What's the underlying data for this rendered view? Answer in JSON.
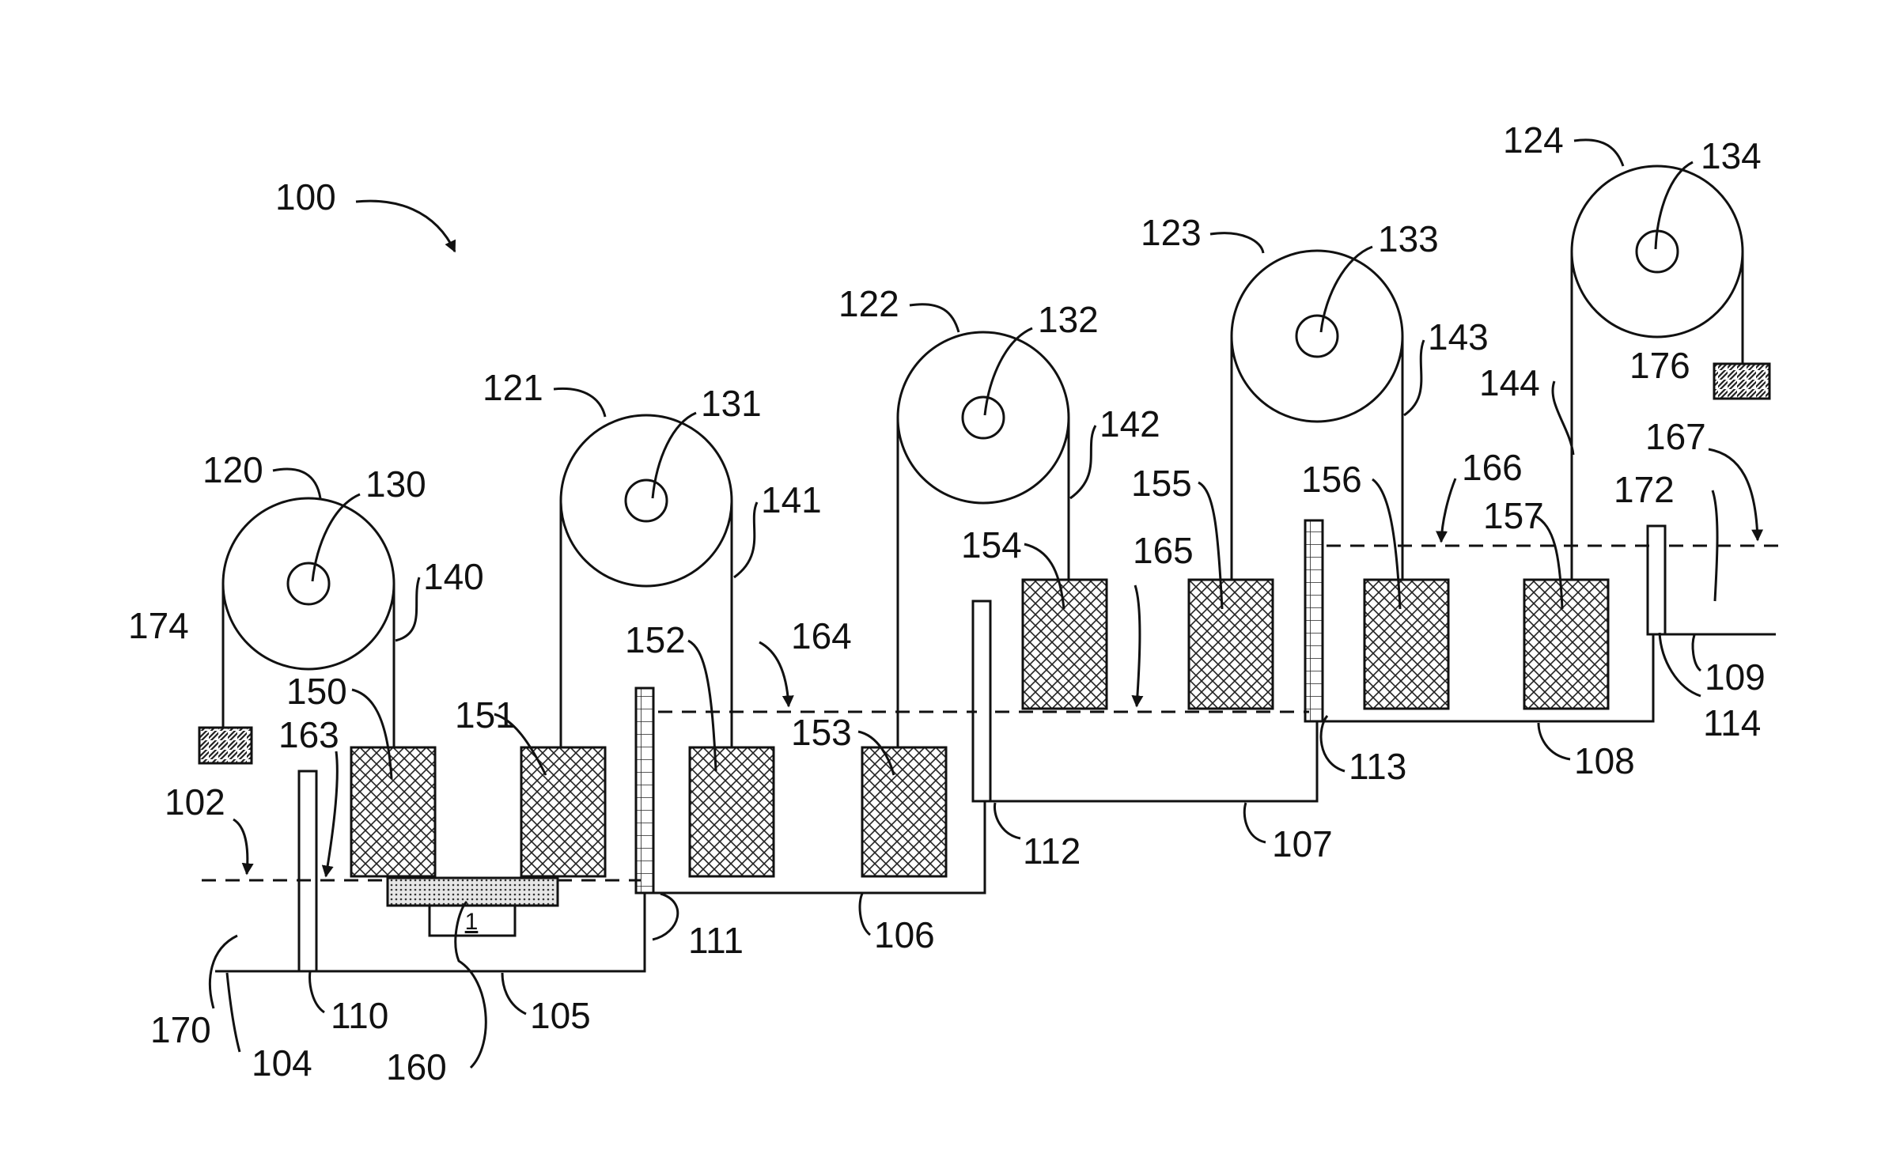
{
  "figure_label": "100",
  "labels": {
    "l100": "100",
    "l102": "102",
    "l104": "104",
    "l105": "105",
    "l106": "106",
    "l107": "107",
    "l108": "108",
    "l109": "109",
    "l110": "110",
    "l111": "111",
    "l112": "112",
    "l113": "113",
    "l114": "114",
    "l120": "120",
    "l121": "121",
    "l122": "122",
    "l123": "123",
    "l124": "124",
    "l130": "130",
    "l131": "131",
    "l132": "132",
    "l133": "133",
    "l134": "134",
    "l140": "140",
    "l141": "141",
    "l142": "142",
    "l143": "143",
    "l144": "144",
    "l150": "150",
    "l151": "151",
    "l152": "152",
    "l153": "153",
    "l154": "154",
    "l155": "155",
    "l156": "156",
    "l157": "157",
    "l160": "160",
    "l163": "163",
    "l164": "164",
    "l165": "165",
    "l166": "166",
    "l167": "167",
    "l170": "170",
    "l172": "172",
    "l174": "174",
    "l176": "176"
  },
  "substrate_label": "1"
}
